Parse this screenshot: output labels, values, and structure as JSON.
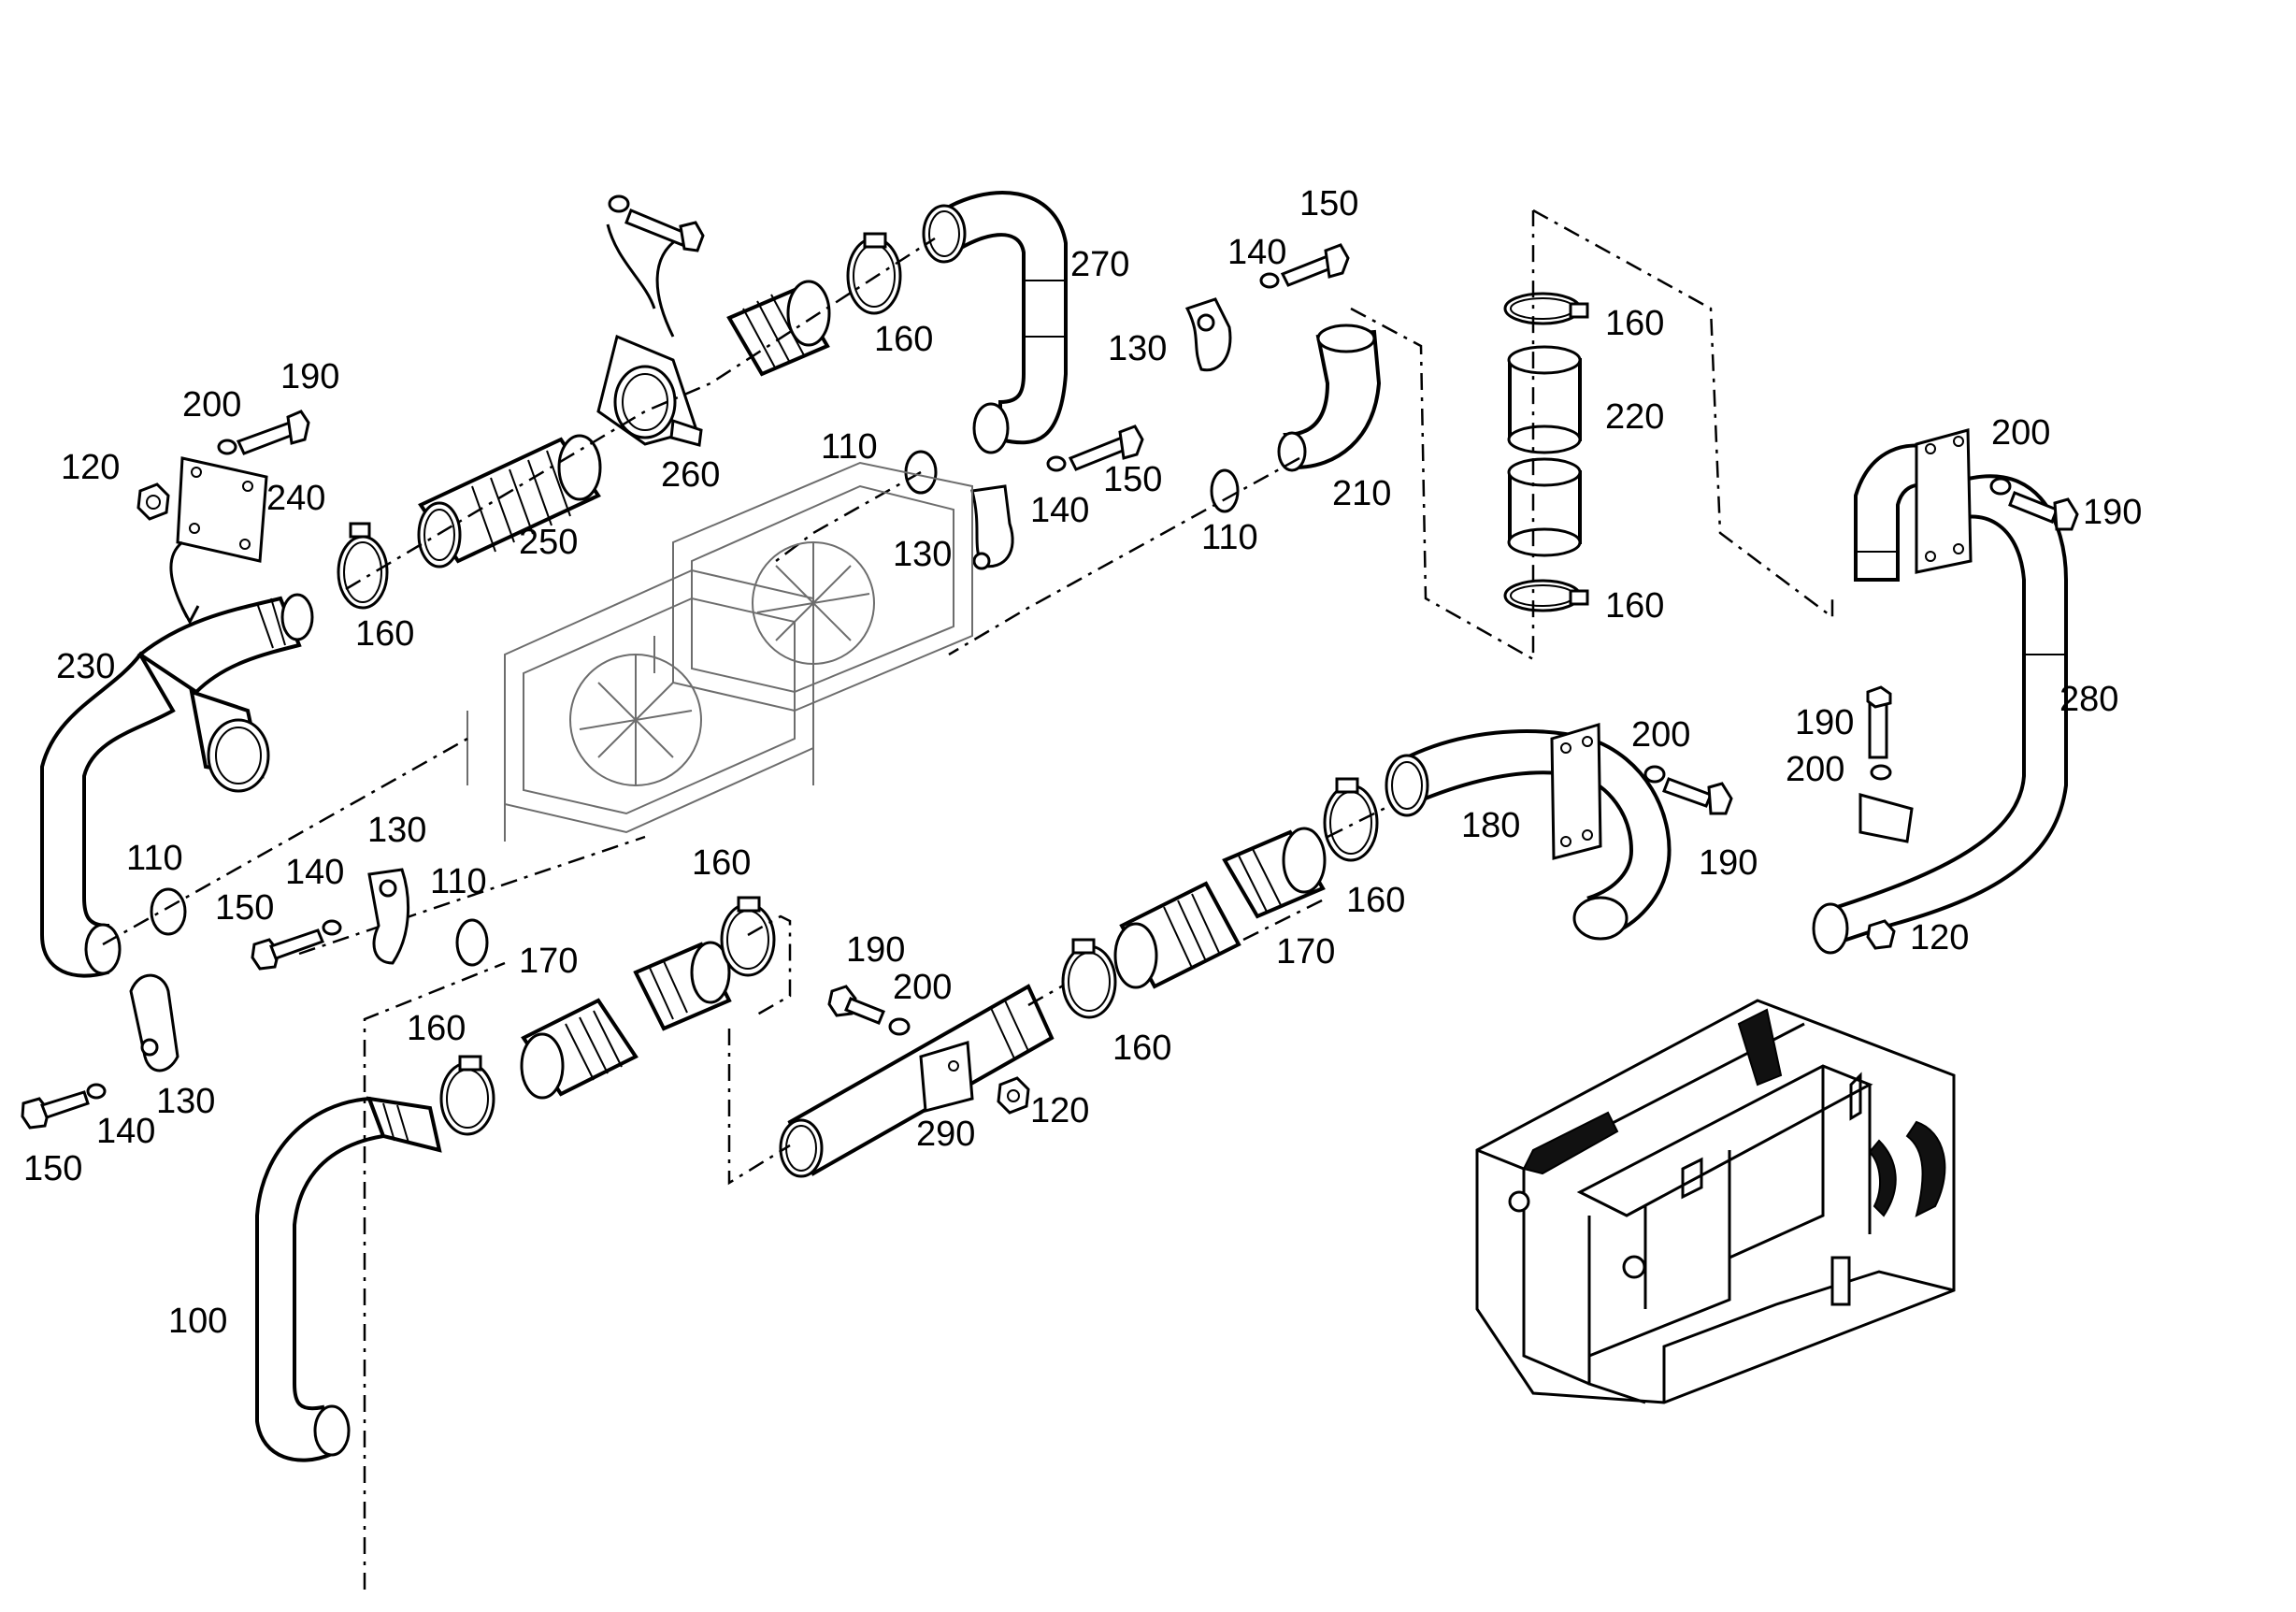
{
  "drawing": {
    "labels": {
      "l100": "100",
      "l110_a": "110",
      "l110_b": "110",
      "l110_c": "110",
      "l110_d": "110",
      "l120_a": "120",
      "l120_b": "120",
      "l120_c": "120",
      "l130_a": "130",
      "l130_b": "130",
      "l130_c": "130",
      "l130_d": "130",
      "l140_a": "140",
      "l140_b": "140",
      "l140_c": "140",
      "l140_d": "140",
      "l150_a": "150",
      "l150_b": "150",
      "l150_c": "150",
      "l150_d": "150",
      "l160_a": "160",
      "l160_b": "160",
      "l160_c": "160",
      "l160_d": "160",
      "l160_e": "160",
      "l160_f": "160",
      "l160_g": "160",
      "l160_h": "160",
      "l170_a": "170",
      "l170_b": "170",
      "l180": "180",
      "l190_a": "190",
      "l190_b": "190",
      "l190_c": "190",
      "l190_d": "190",
      "l190_e": "190",
      "l200_a": "200",
      "l200_b": "200",
      "l200_c": "200",
      "l200_d": "200",
      "l200_e": "200",
      "l210": "210",
      "l220": "220",
      "l230": "230",
      "l240": "240",
      "l250": "250",
      "l260": "260",
      "l270": "270",
      "l280": "280",
      "l290": "290"
    }
  }
}
